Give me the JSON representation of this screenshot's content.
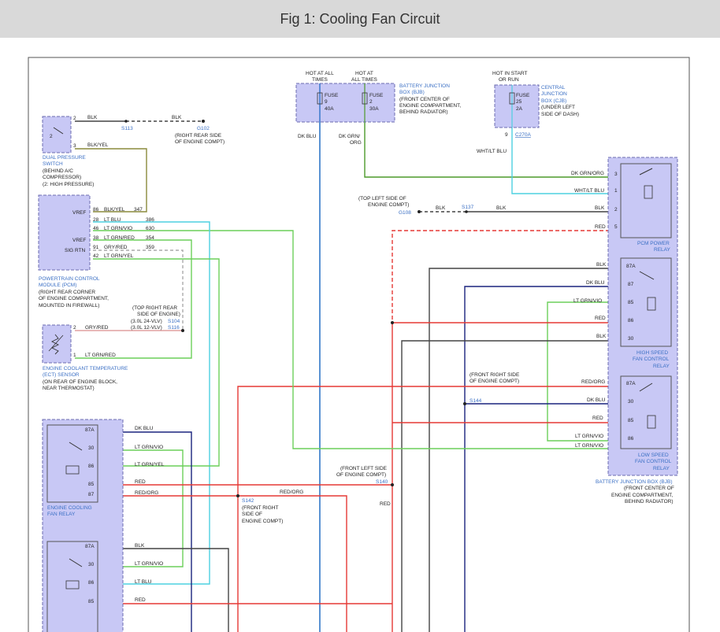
{
  "header": {
    "title": "Fig 1: Cooling Fan Circuit"
  },
  "colors": {
    "blk": "#444444",
    "red": "#e53935",
    "dkblu": "#1a237e",
    "ltblu": "#4dd0e1",
    "grn": "#6ccf5a",
    "dkgrn": "#4c9a2a",
    "olive": "#8a8a3c",
    "dkbluwire": "#1565c0",
    "box": "#c8c8f5",
    "label_blue": "#3a6fc4"
  },
  "labels": {
    "hot_at_all_times_1": "HOT AT ALL TIMES",
    "hot_at_all_times_2": "HOT AT ALL TIMES",
    "bjb_top": [
      "BATTERY JUNCTION",
      "BOX (BJB)",
      "(FRONT CENTER OF",
      "ENGINE COMPARTMENT,",
      "BEHIND RADIATOR)"
    ],
    "fuse9": [
      "FUSE",
      "9",
      "40A"
    ],
    "fuse2": [
      "FUSE",
      "2",
      "30A"
    ],
    "hot_start_run": [
      "HOT IN START",
      "OR RUN"
    ],
    "cjb": [
      "CENTRAL",
      "JUNCTION",
      "BOX (CJB)",
      "(UNDER LEFT",
      "SIDE OF DASH)"
    ],
    "fuse25": [
      "FUSE",
      "25",
      "2A"
    ],
    "c270a": "C270A",
    "pin9": "9",
    "wire_whtltblu_top": "WHT/LT BLU",
    "wire_dkblu_top": "DK BLU",
    "wire_dkgrnorg_top": [
      "DK GRN/",
      "ORG"
    ],
    "dual_pressure": [
      "DUAL PRESSURE",
      "SWITCH",
      "(BEHIND A/C",
      "COMPRESSOR)",
      "(2: HIGH PRESSURE)"
    ],
    "dps_pin2": "2",
    "dps_pin3": "3",
    "dps_inner": "2",
    "wire_blk_1": "BLK",
    "s113": "S113",
    "wire_blk_2": "BLK",
    "g102": "G102",
    "g102_note": [
      "(RIGHT REAR SIDE",
      "OF ENGINE COMPT)"
    ],
    "wire_blkyel": "BLK/YEL",
    "pcm": [
      "POWERTRAIN CONTROL",
      "MODULE (PCM)",
      "(RIGHT REAR CORNER",
      "OF ENGINE COMPARTMENT,",
      "MOUNTED IN FIREWALL)"
    ],
    "vref1": "VREF",
    "vref2": "VREF",
    "sigrtn": "SIG RTN",
    "pcm_pins": [
      {
        "pin": "86",
        "wire": "BLK/YEL",
        "circ": "347"
      },
      {
        "pin": "28",
        "wire": "LT BLU",
        "circ": "386"
      },
      {
        "pin": "46",
        "wire": "LT GRN/VIO",
        "circ": "630"
      },
      {
        "pin": "38",
        "wire": "LT GRN/RED",
        "circ": "354"
      },
      {
        "pin": "91",
        "wire": "GRY/RED",
        "circ": "359"
      },
      {
        "pin": "42",
        "wire": "LT GRN/YEL",
        "circ": ""
      }
    ],
    "top_right_rear": [
      "(TOP RIGHT REAR",
      "SIDE OF ENGINE)",
      "(3.0L 24-VLV)",
      "(3.0L 12-VLV)"
    ],
    "s104": "S104",
    "s116": "S116",
    "ect": [
      "ENGINE COOLANT TEMPERATURE",
      "(ECT) SENSOR",
      "(ON REAR OF ENGINE BLOCK,",
      "NEAR THERMOSTAT)"
    ],
    "ect_pin2": "2",
    "ect_wire2": "GRY/RED",
    "ect_pin1": "1",
    "ect_wire1": "LT GRN/RED",
    "g108_note": [
      "(TOP LEFT SIDE OF",
      "ENGINE COMPT)"
    ],
    "g108": "G108",
    "s137": "S137",
    "wire_blk_g108a": "BLK",
    "wire_blk_g108b": "BLK",
    "pcm_relay_wires": [
      {
        "pin": "3",
        "wire": "DK GRN/ORG"
      },
      {
        "pin": "1",
        "wire": "WHT/LT BLU"
      },
      {
        "pin": "2",
        "wire": "BLK"
      },
      {
        "pin": "5",
        "wire": "RED"
      }
    ],
    "pcm_power_relay": [
      "PCM POWER",
      "RELAY"
    ],
    "hs_wires": [
      {
        "pin": "87A",
        "wire": "BLK"
      },
      {
        "pin": "87",
        "wire": "DK BLU"
      },
      {
        "pin": "85",
        "wire": "LT GRN/VIO"
      },
      {
        "pin": "86",
        "wire": "RED"
      },
      {
        "pin": "30",
        "wire": "BLK"
      }
    ],
    "hs_relay": [
      "HIGH SPEED",
      "FAN CONTROL",
      "RELAY"
    ],
    "front_right_1": [
      "(FRONT RIGHT SIDE",
      "OF ENGINE COMPT)"
    ],
    "s144": "S144",
    "ls_wires": [
      {
        "pin": "87A",
        "wire": "RED/ORG"
      },
      {
        "pin": "30",
        "wire": "DK BLU"
      },
      {
        "pin": "85",
        "wire": "RED"
      },
      {
        "pin": "86",
        "wire": "LT GRN/VIO"
      }
    ],
    "ls_wire_extra": "LT GRN/VIO",
    "ls_relay": [
      "LOW SPEED",
      "FAN CONTROL",
      "RELAY"
    ],
    "bjb_bottom": [
      "BATTERY JUNCTION BOX (BJB)",
      "(FRONT CENTER OF",
      "ENGINE COMPARTMENT,",
      "BEHIND RADIATOR)"
    ],
    "ecf_relay_wires": [
      {
        "pin": "87A",
        "wire": "DK BLU"
      },
      {
        "pin": "30",
        "wire": "LT GRN/VIO"
      },
      {
        "pin": "86",
        "wire": "LT GRN/YEL"
      },
      {
        "pin": "85",
        "wire": "RED"
      },
      {
        "pin": "87",
        "wire": "RED/ORG"
      }
    ],
    "ecf_relay": [
      "ENGINE COOLING",
      "FAN RELAY"
    ],
    "front_left": [
      "(FRONT LEFT SIDE",
      "OF ENGINE COMPT)"
    ],
    "s140": "S140",
    "wire_red_s140": "RED",
    "s142": "S142",
    "s142_note": [
      "(FRONT RIGHT",
      "SIDE OF",
      "ENGINE COMPT)"
    ],
    "wire_redorg_s142": "RED/ORG",
    "relay2_wires": [
      {
        "pin": "87A",
        "wire": "BLK"
      },
      {
        "pin": "30",
        "wire": "LT GRN/VIO"
      },
      {
        "pin": "86",
        "wire": "LT BLU"
      },
      {
        "pin": "85",
        "wire": "RED"
      }
    ]
  }
}
